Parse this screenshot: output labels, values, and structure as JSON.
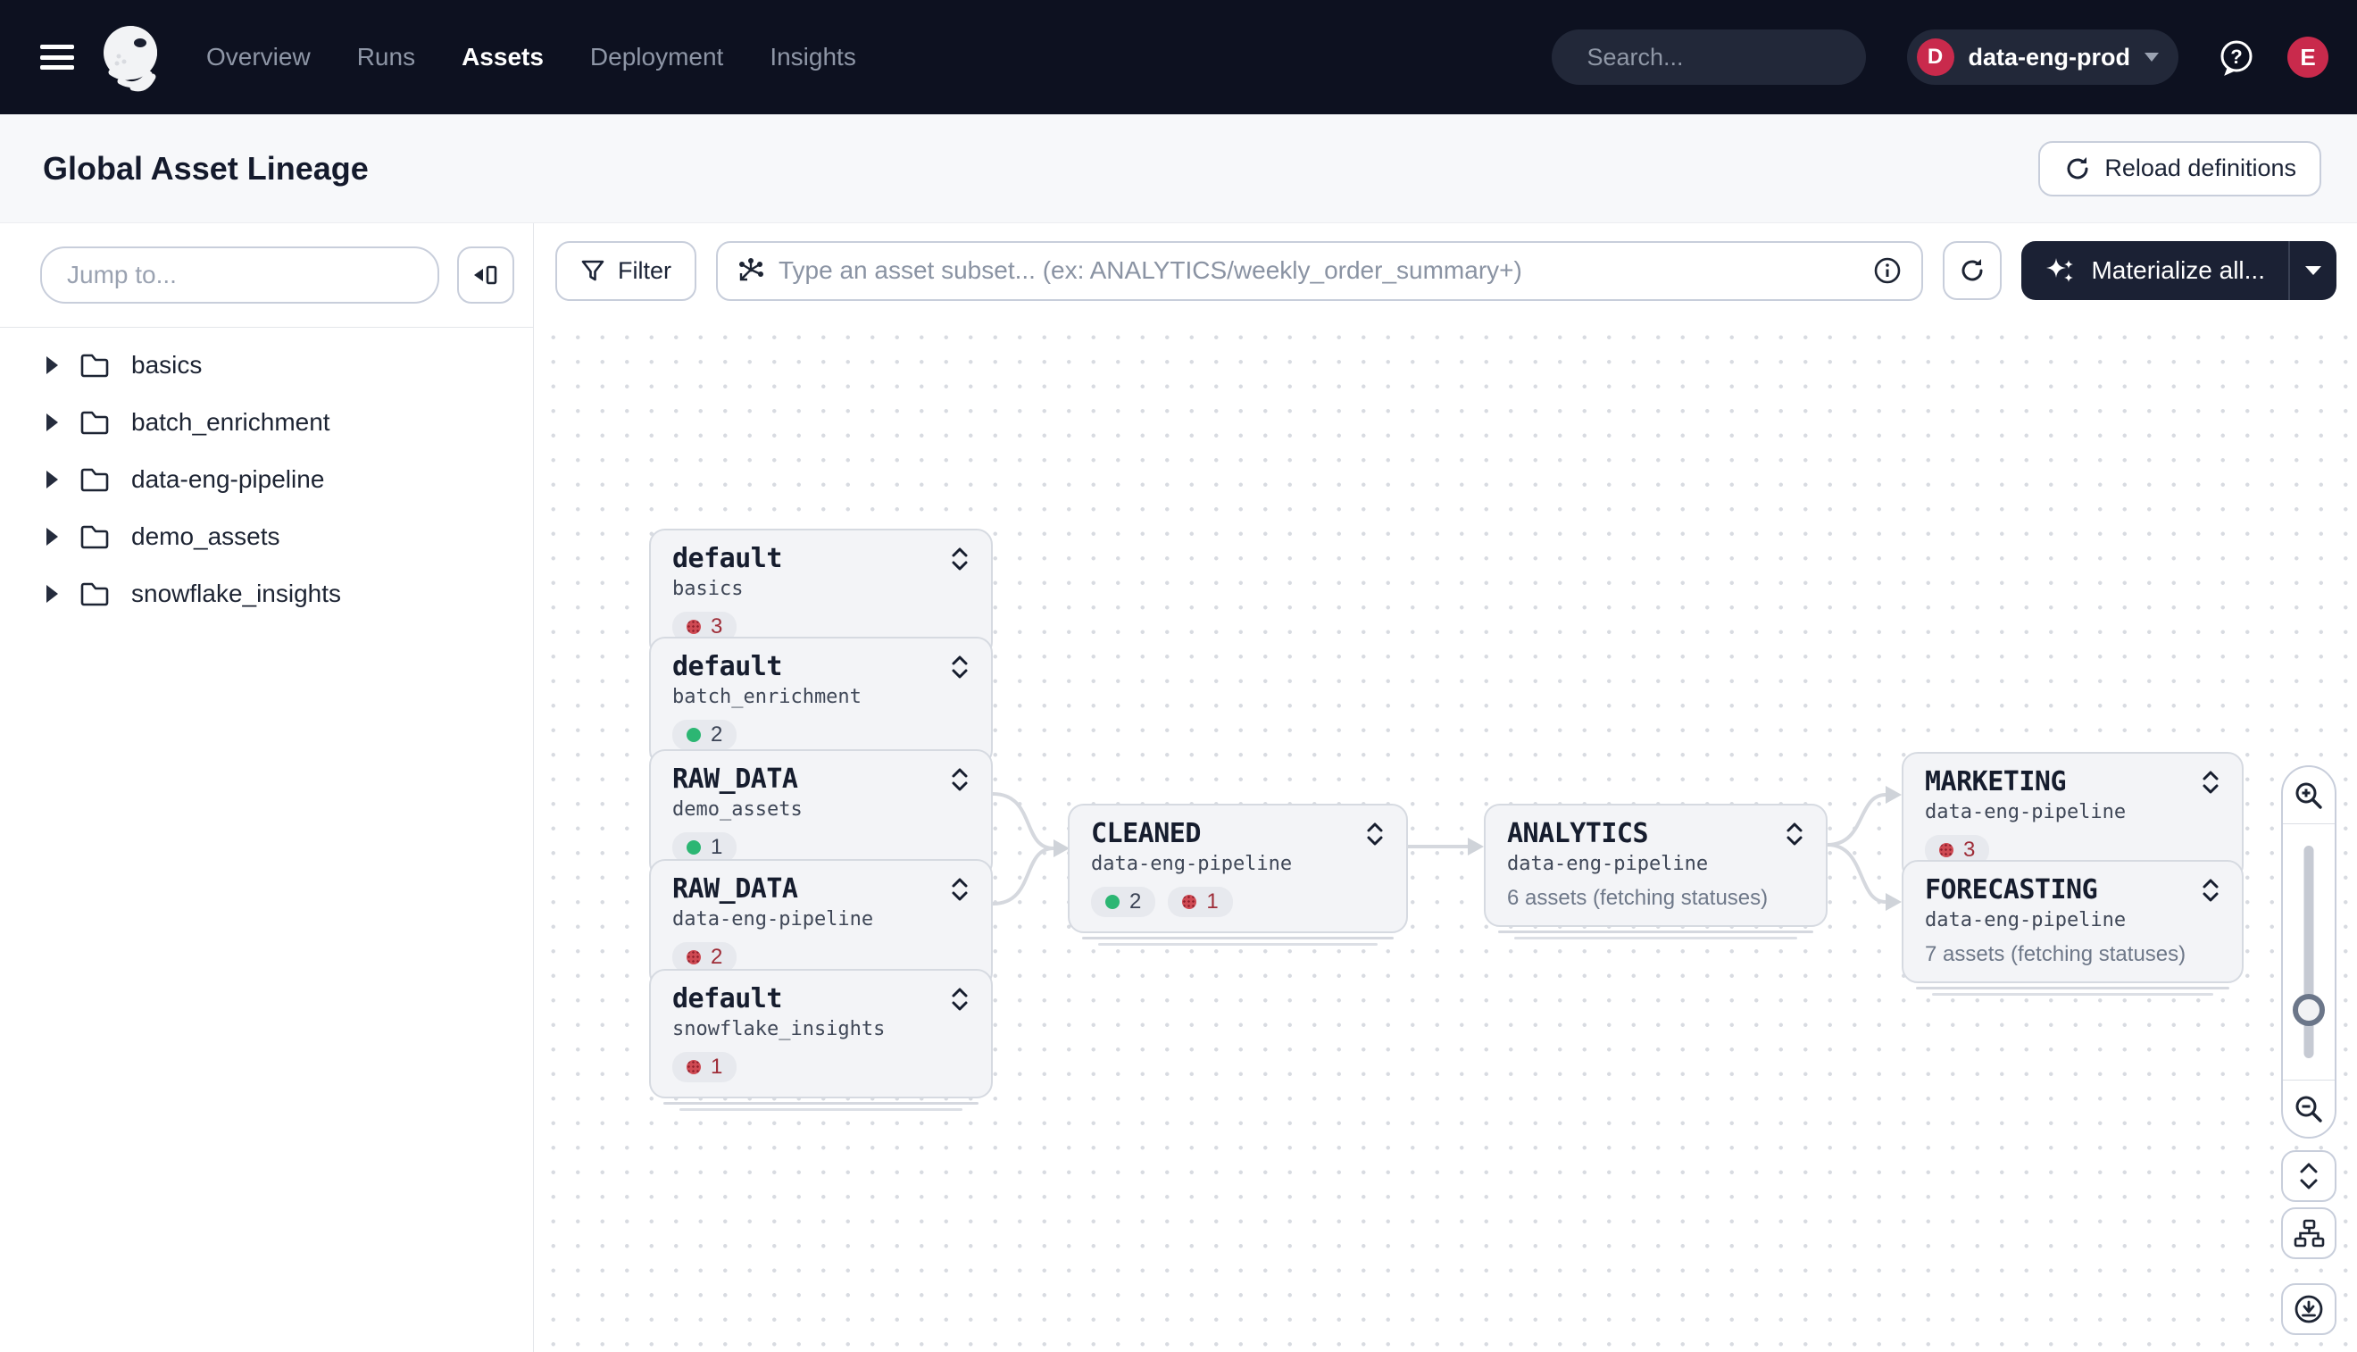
{
  "nav": {
    "links": [
      {
        "label": "Overview",
        "active": false
      },
      {
        "label": "Runs",
        "active": false
      },
      {
        "label": "Assets",
        "active": true
      },
      {
        "label": "Deployment",
        "active": false
      },
      {
        "label": "Insights",
        "active": false
      }
    ],
    "search": {
      "placeholder": "Search...",
      "shortcut": "/"
    },
    "deployment": {
      "initial": "D",
      "name": "data-eng-prod"
    },
    "user_initial": "E"
  },
  "header": {
    "title": "Global Asset Lineage",
    "reload_button": "Reload definitions"
  },
  "sidebar": {
    "jump_placeholder": "Jump to...",
    "folders": [
      "basics",
      "batch_enrichment",
      "data-eng-pipeline",
      "demo_assets",
      "snowflake_insights"
    ]
  },
  "toolbar": {
    "filter_label": "Filter",
    "subset_placeholder": "Type an asset subset... (ex: ANALYTICS/weekly_order_summary+)",
    "materialize_label": "Materialize all..."
  },
  "graph": {
    "nodes": [
      {
        "id": "default-basics",
        "title": "default",
        "subtitle": "basics",
        "badges": [
          {
            "status": "failed",
            "count": 3
          }
        ]
      },
      {
        "id": "default-batch_enrichment",
        "title": "default",
        "subtitle": "batch_enrichment",
        "badges": [
          {
            "status": "materialized",
            "count": 2
          }
        ]
      },
      {
        "id": "raw_data-demo_assets",
        "title": "RAW_DATA",
        "subtitle": "demo_assets",
        "badges": [
          {
            "status": "materialized",
            "count": 1
          }
        ]
      },
      {
        "id": "raw_data-data-eng-pipeline",
        "title": "RAW_DATA",
        "subtitle": "data-eng-pipeline",
        "badges": [
          {
            "status": "failed",
            "count": 2
          }
        ]
      },
      {
        "id": "default-snowflake_insights",
        "title": "default",
        "subtitle": "snowflake_insights",
        "badges": [
          {
            "status": "failed",
            "count": 1
          }
        ]
      },
      {
        "id": "cleaned",
        "title": "CLEANED",
        "subtitle": "data-eng-pipeline",
        "badges": [
          {
            "status": "materialized",
            "count": 2
          },
          {
            "status": "failed",
            "count": 1
          }
        ]
      },
      {
        "id": "analytics",
        "title": "ANALYTICS",
        "subtitle": "data-eng-pipeline",
        "note": "6 assets (fetching statuses)"
      },
      {
        "id": "marketing",
        "title": "MARKETING",
        "subtitle": "data-eng-pipeline",
        "badges": [
          {
            "status": "failed",
            "count": 3
          }
        ]
      },
      {
        "id": "forecasting",
        "title": "FORECASTING",
        "subtitle": "data-eng-pipeline",
        "note": "7 assets (fetching statuses)"
      }
    ]
  },
  "colors": {
    "nav_bg": "#0d1120",
    "accent_crimson": "#c92a4c",
    "status_green": "#2cb673",
    "status_red": "#cf4a53",
    "edge_gray": "#d5d8de"
  }
}
